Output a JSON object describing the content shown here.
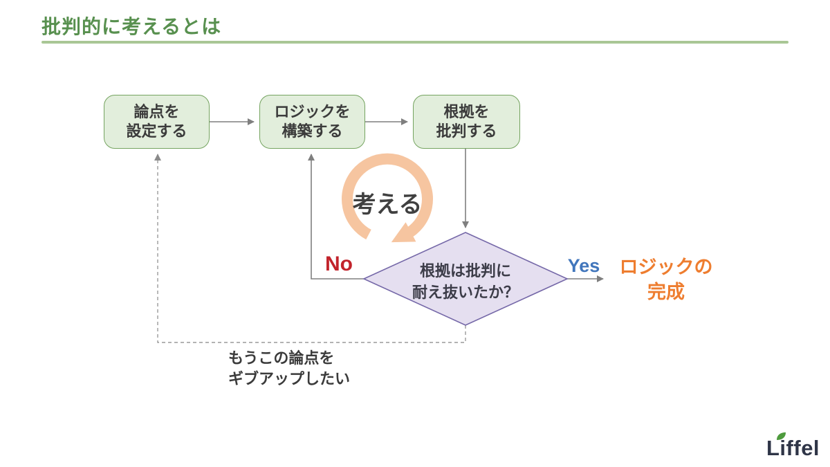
{
  "title": "批判的に考えるとは",
  "flow": {
    "boxes": [
      {
        "name": "set-issue",
        "lines": [
          "論点を",
          "設定する"
        ]
      },
      {
        "name": "build-logic",
        "lines": [
          "ロジックを",
          "構築する"
        ]
      },
      {
        "name": "critique-evidence",
        "lines": [
          "根拠を",
          "批判する"
        ]
      }
    ],
    "loop_label": "考える",
    "decision": {
      "lines": [
        "根拠は批判に",
        "耐え抜いたか？"
      ]
    },
    "no_label": "No",
    "yes_label": "Yes",
    "result": {
      "lines": [
        "ロジックの",
        "完成"
      ]
    },
    "giveup_note": {
      "lines": [
        "もうこの論点を",
        "ギブアップしたい"
      ]
    }
  },
  "logo": {
    "text": "Liffel",
    "icon": "leaf-icon"
  },
  "colors": {
    "title_green": "#58904f",
    "underline_green": "#a9c795",
    "box_fill": "#e2eedc",
    "box_border": "#74a35f",
    "loop_peach": "#f6c5a0",
    "diamond_fill": "#e5dff0",
    "diamond_border": "#7568a8",
    "no_red": "#c2232b",
    "yes_blue": "#4176bc",
    "result_orange": "#ee7d2f",
    "connector_gray": "#7f7f7f",
    "dashed_gray": "#9a9a9a",
    "logo_navy": "#2f3547",
    "leaf_green": "#4e9b3d"
  }
}
